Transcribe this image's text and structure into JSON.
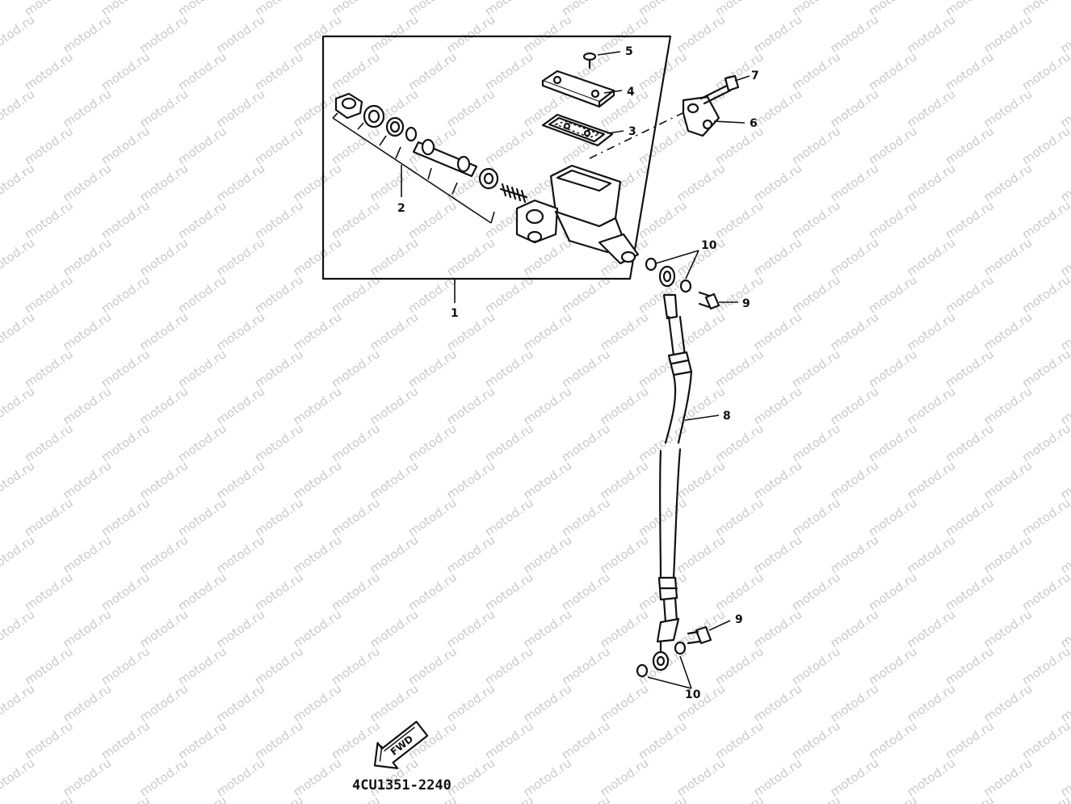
{
  "watermark": {
    "text": "motod.ru"
  },
  "callouts": {
    "c1": "1",
    "c2": "2",
    "c3": "3",
    "c4": "4",
    "c5": "5",
    "c6": "6",
    "c7": "7",
    "c8": "8",
    "c9a": "9",
    "c9b": "9",
    "c10a": "10",
    "c10b": "10"
  },
  "fwd_label": "FWD",
  "diagram_code": "4CU1351-2240",
  "colors": {
    "ink": "#111111",
    "watermark": "#c9c9c9",
    "background": "#ffffff"
  }
}
